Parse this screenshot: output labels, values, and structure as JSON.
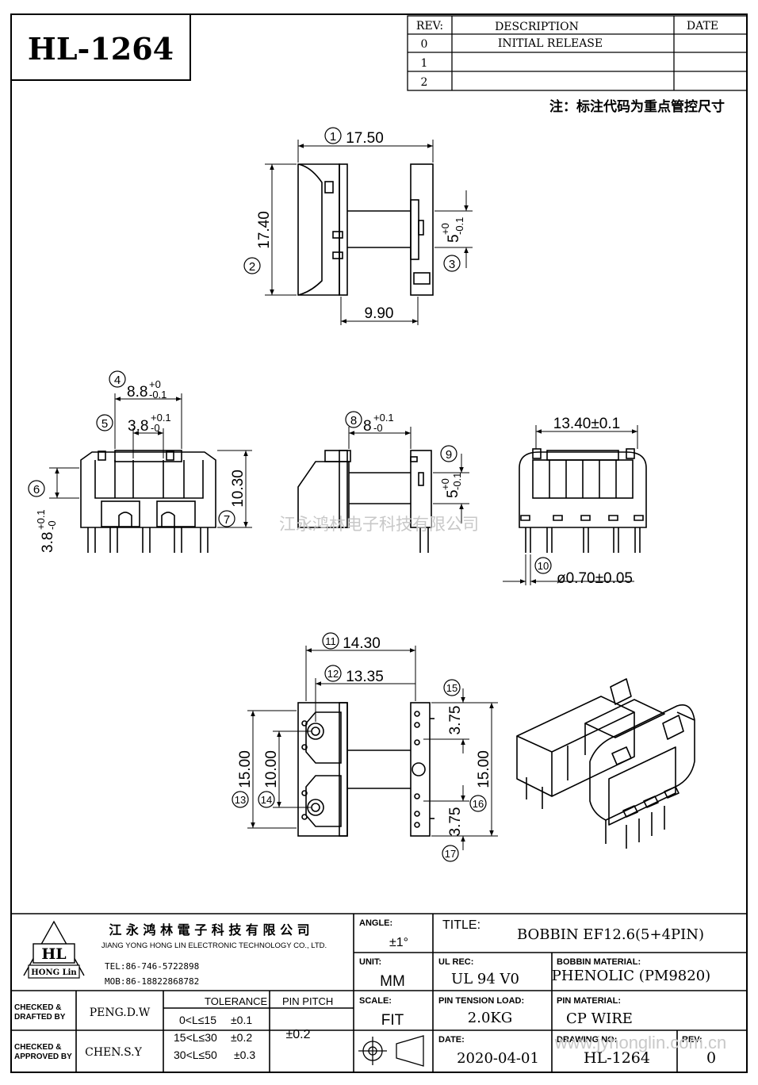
{
  "part_number": "HL-1264",
  "revision_table": {
    "headers": {
      "rev": "REV:",
      "description": "DESCRIPTION",
      "date": "DATE"
    },
    "rows": [
      {
        "rev": "0",
        "description": "INITIAL RELEASE",
        "date": ""
      },
      {
        "rev": "1",
        "description": "",
        "date": ""
      },
      {
        "rev": "2",
        "description": "",
        "date": ""
      }
    ]
  },
  "note": "注：标注代码为重点管控尺寸",
  "dimensions": {
    "d1": "17.50",
    "d2": "17.40",
    "d3_main": "5",
    "d3_tol_top": "+0",
    "d3_tol_bot": "-0.1",
    "d9_90": "9.90",
    "d4_main": "8.8",
    "d4_tol_top": "+0",
    "d4_tol_bot": "-0.1",
    "d5_main": "3.8",
    "d5_tol_top": "+0.1",
    "d5_tol_bot": "-0",
    "d6_main": "3.8",
    "d6_tol_top": "+0.1",
    "d6_tol_bot": "-0",
    "d10_30": "10.30",
    "d8_main": "8",
    "d8_tol_top": "+0.1",
    "d8_tol_bot": "-0",
    "d9_main": "5",
    "d9_tol_top": "+0",
    "d9_tol_bot": "-0.1",
    "d13_40": "13.40±0.1",
    "d_pin": "ø0.70±0.05",
    "d14_30": "14.30",
    "d13_35": "13.35",
    "d15_00_left": "15.00",
    "d10_00": "10.00",
    "d3_75_top": "3.75",
    "d15_00_right": "15.00",
    "d3_75_bot": "3.75"
  },
  "balloons": [
    "1",
    "2",
    "3",
    "4",
    "5",
    "6",
    "7",
    "8",
    "9",
    "10",
    "11",
    "12",
    "13",
    "14",
    "15",
    "16",
    "17"
  ],
  "watermark_center": "江永鸿林电子科技有限公司",
  "watermark_url": "www.jyhonglin.com.cn",
  "title_block": {
    "logo_text": "HL",
    "logo_sub": "HONG Lin",
    "company_cn": "江 永 鸿 林 電 子 科 技 有 限 公 司",
    "company_en": "JIANG YONG HONG LIN ELECTRONIC TECHNOLOGY CO., LTD.",
    "tel": "TEL:86-746-5722898",
    "mob": "MOB:86-18822868782",
    "angle_label": "ANGLE:",
    "angle_value": "±1°",
    "title_label": "TITLE:",
    "title_value": "BOBBIN  EF12.6(5+4PIN)",
    "unit_label": "UNIT:",
    "unit_value": "MM",
    "ulrec_label": "UL REC:",
    "ulrec_value": "UL 94 V0",
    "material_label": "BOBBIN MATERIAL:",
    "material_value": "PHENOLIC (PM9820)",
    "checked_drafted_label_1": "CHECKED &",
    "checked_drafted_label_2": "DRAFTED BY",
    "drafted_by": "PENG.D.W",
    "tolerance_label": "TOLERANCE",
    "tolerance_rows": [
      {
        "range": "0<L≤15",
        "value": "±0.1"
      },
      {
        "range": "15<L≤30",
        "value": "±0.2"
      },
      {
        "range": "30<L≤50",
        "value": "±0.3"
      }
    ],
    "pinpitch_label": "PIN PITCH",
    "pinpitch_value": "±0.2",
    "scale_label": "SCALE:",
    "scale_value": "FIT",
    "tension_label": "PIN TENSION LOAD:",
    "tension_value": "2.0KG",
    "pinmat_label": "PIN MATERIAL:",
    "pinmat_value": "CP WIRE",
    "checked_approved_label_1": "CHECKED &",
    "checked_approved_label_2": "APPROVED BY",
    "approved_by": "CHEN.S.Y",
    "date_label": "DATE:",
    "date_value": "2020-04-01",
    "drawing_no_label": "DRAWING NO:",
    "drawing_no_value": "HL-1264",
    "rev_label": "REV:",
    "rev_value": "0"
  },
  "colors": {
    "line": "#000000",
    "watermark": "#c8c8c8"
  }
}
